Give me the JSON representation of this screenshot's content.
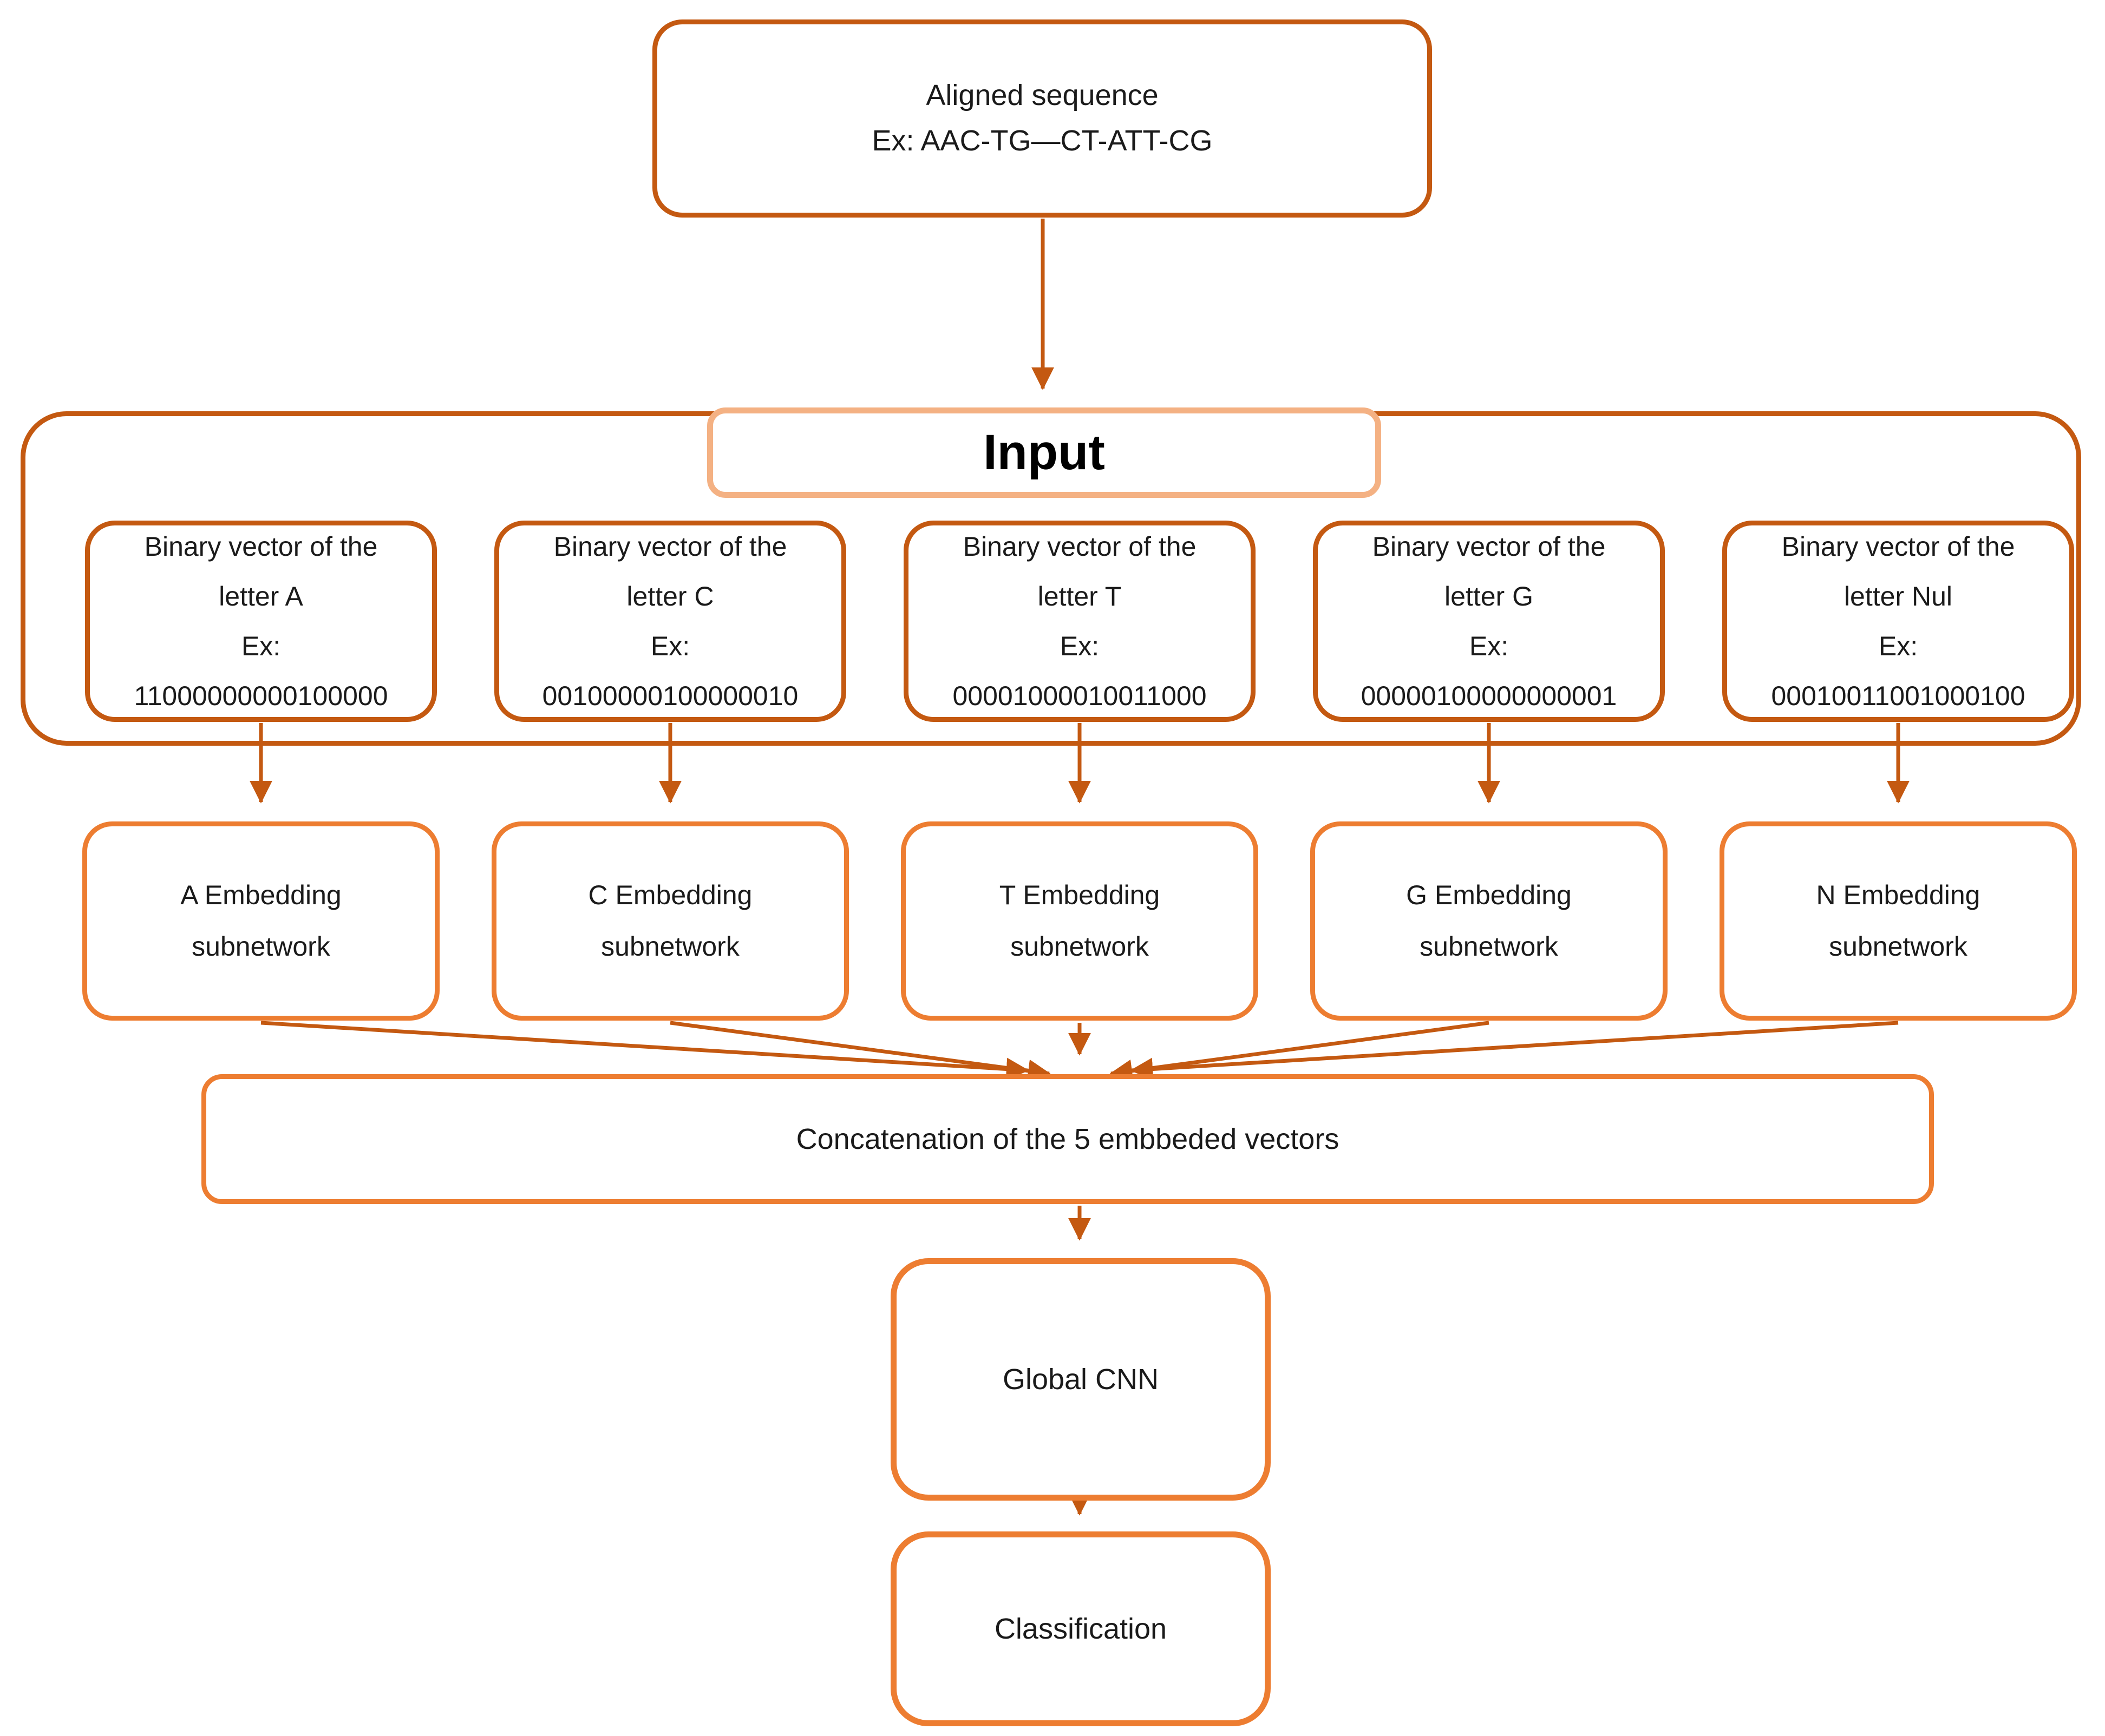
{
  "colors": {
    "dark_orange": "#C45911",
    "medium_orange": "#ED7D31",
    "light_orange": "#F4B183",
    "text": "#000000"
  },
  "aligned_sequence": {
    "line1": "Aligned sequence",
    "line2": "Ex: AAC-TG—CT-ATT-CG"
  },
  "input_label": "Input",
  "binary_vectors": [
    {
      "title": "Binary vector of the",
      "letter_line": "letter A",
      "ex_label": "Ex:",
      "value": "11000000000100000"
    },
    {
      "title": "Binary vector of the",
      "letter_line": "letter C",
      "ex_label": "Ex:",
      "value": "00100000100000010"
    },
    {
      "title": "Binary vector of the",
      "letter_line": "letter T",
      "ex_label": "Ex:",
      "value": "00001000010011000"
    },
    {
      "title": "Binary vector of the",
      "letter_line": "letter G",
      "ex_label": "Ex:",
      "value": "00000100000000001"
    },
    {
      "title": "Binary vector of the",
      "letter_line": "letter Nul",
      "ex_label": "Ex:",
      "value": "00010011001000100"
    }
  ],
  "embedding_subnetworks": [
    {
      "line1": "A Embedding",
      "line2": "subnetwork"
    },
    {
      "line1": "C Embedding",
      "line2": "subnetwork"
    },
    {
      "line1": "T Embedding",
      "line2": "subnetwork"
    },
    {
      "line1": "G Embedding",
      "line2": "subnetwork"
    },
    {
      "line1": "N Embedding",
      "line2": "subnetwork"
    }
  ],
  "concatenation_label": "Concatenation of the 5 embbeded vectors",
  "global_cnn_label": "Global CNN",
  "classification_label": "Classification"
}
